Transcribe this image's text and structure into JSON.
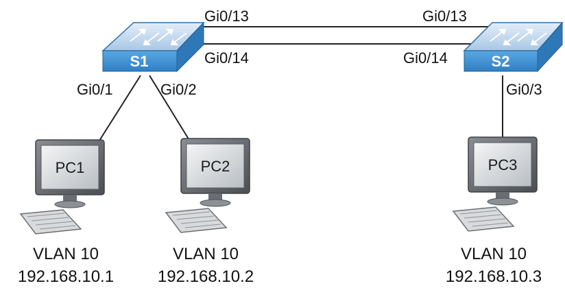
{
  "switches": [
    {
      "name": "S1",
      "ports": [
        "Gi0/13",
        "Gi0/14",
        "Gi0/1",
        "Gi0/2"
      ]
    },
    {
      "name": "S2",
      "ports": [
        "Gi0/13",
        "Gi0/14",
        "Gi0/3"
      ]
    }
  ],
  "pcs": [
    {
      "name": "PC1",
      "vlan": "VLAN 10",
      "ip": "192.168.10.1"
    },
    {
      "name": "PC2",
      "vlan": "VLAN 10",
      "ip": "192.168.10.2"
    },
    {
      "name": "PC3",
      "vlan": "VLAN 10",
      "ip": "192.168.10.3"
    }
  ],
  "colors": {
    "switch_front": "#3b8fd1",
    "switch_top": "#c9ddf0",
    "switch_side": "#2a6fae",
    "screen": "#cfd3d7",
    "monitor_frame": "#6a6e72"
  }
}
